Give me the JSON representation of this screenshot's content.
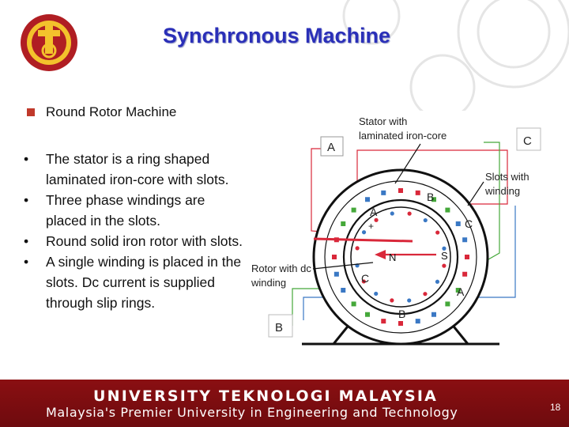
{
  "slide": {
    "title": "Synchronous Machine",
    "subheading": "Round Rotor Machine",
    "bullets": [
      "The stator is a ring shaped laminated iron-core with slots.",
      "Three phase windings are placed in the slots.",
      "Round solid iron rotor with slots.",
      "A single winding is placed in the slots. Dc current is supplied through slip rings."
    ],
    "bullet_symbol": "•",
    "page_number": "18"
  },
  "diagram": {
    "label_stator": "Stator with",
    "label_stator_2": "laminated iron-core",
    "label_slots": "Slots with",
    "label_slots_2": "winding",
    "label_rotor": "Rotor with dc",
    "label_rotor_2": "winding",
    "box_a": "A",
    "box_b": "B",
    "box_c": "C",
    "phase_a_top": "A",
    "phase_a_bottom": "A",
    "phase_b_top": "B",
    "phase_b_bottom": "B",
    "phase_c_right": "C",
    "phase_c_left": "C",
    "pole_n": "N",
    "pole_s": "S",
    "plus": "+",
    "colors": {
      "phase_a": "#d9283a",
      "phase_b": "#3a78c4",
      "phase_c": "#45a83a",
      "wire_a": "#d9283a"
    }
  },
  "footer": {
    "university": "UNIVERSITY TEKNOLOGI MALAYSIA",
    "tagline": "Malaysia's Premier University in Engineering and Technology",
    "background_color": "#7c0d10"
  }
}
